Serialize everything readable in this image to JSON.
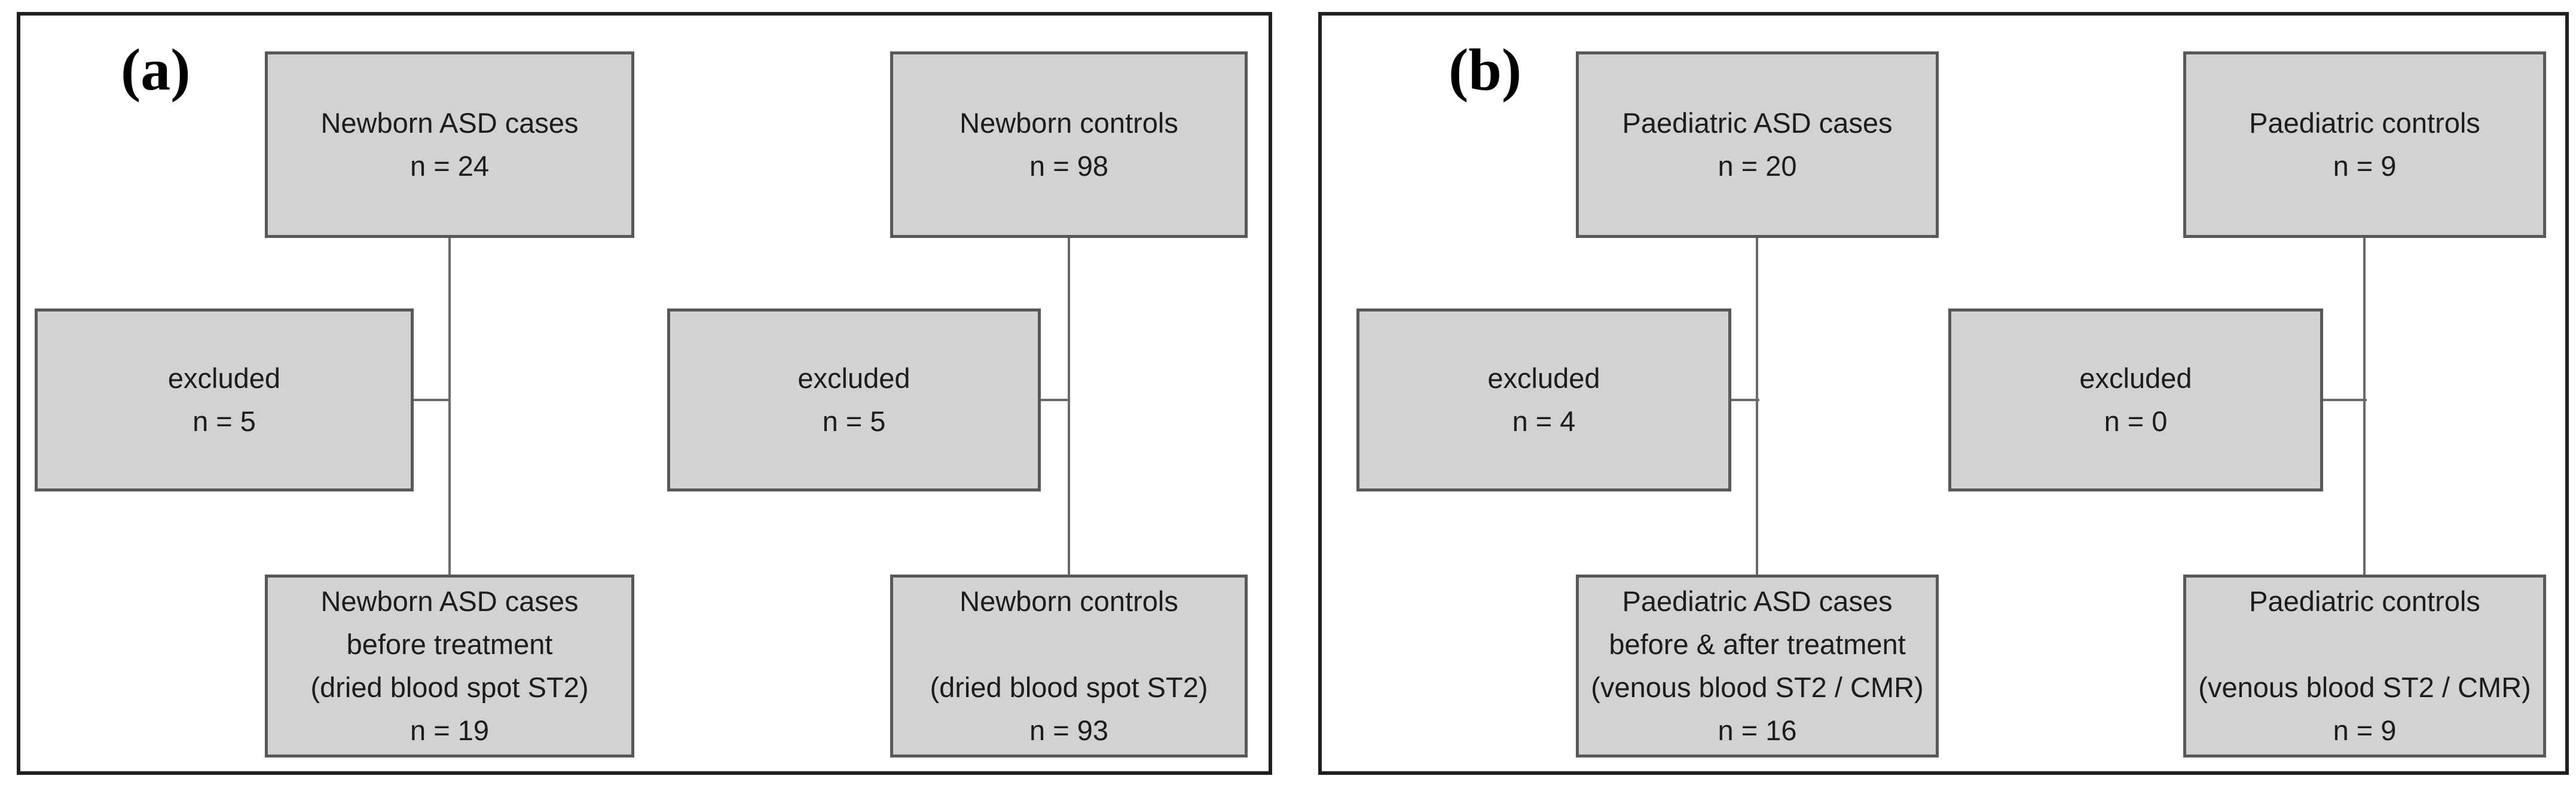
{
  "figure": {
    "panel_a": {
      "label": "(a)",
      "top_left": {
        "lines": [
          "Newborn ASD cases",
          "n = 24"
        ]
      },
      "top_right": {
        "lines": [
          "Newborn controls",
          "n = 98"
        ]
      },
      "excluded_left": {
        "lines": [
          "excluded",
          "n = 5"
        ]
      },
      "excluded_right": {
        "lines": [
          "excluded",
          "n = 5"
        ]
      },
      "bottom_left": {
        "lines": [
          "Newborn ASD cases",
          "before treatment",
          "(dried blood spot ST2)",
          "n = 19"
        ]
      },
      "bottom_right": {
        "lines": [
          "Newborn controls",
          "",
          "(dried blood spot ST2)",
          "n = 93"
        ]
      }
    },
    "panel_b": {
      "label": "(b)",
      "top_left": {
        "lines": [
          "Paediatric ASD cases",
          "n = 20"
        ]
      },
      "top_right": {
        "lines": [
          "Paediatric controls",
          "n = 9"
        ]
      },
      "excluded_left": {
        "lines": [
          "excluded",
          "n = 4"
        ]
      },
      "excluded_right": {
        "lines": [
          "excluded",
          "n = 0"
        ]
      },
      "bottom_left": {
        "lines": [
          "Paediatric ASD cases",
          "before & after treatment",
          "(venous blood ST2 / CMR)",
          "n = 16"
        ]
      },
      "bottom_right": {
        "lines": [
          "Paediatric controls",
          "",
          "(venous blood ST2 / CMR)",
          "n = 9"
        ]
      }
    }
  },
  "colors": {
    "background": "#ffffff",
    "box_fill": "#d3d1d1",
    "box_border": "#59575a",
    "panel_border": "#1f1f1f",
    "connector": "#6a6a6a",
    "text": "#1c1c1c"
  }
}
